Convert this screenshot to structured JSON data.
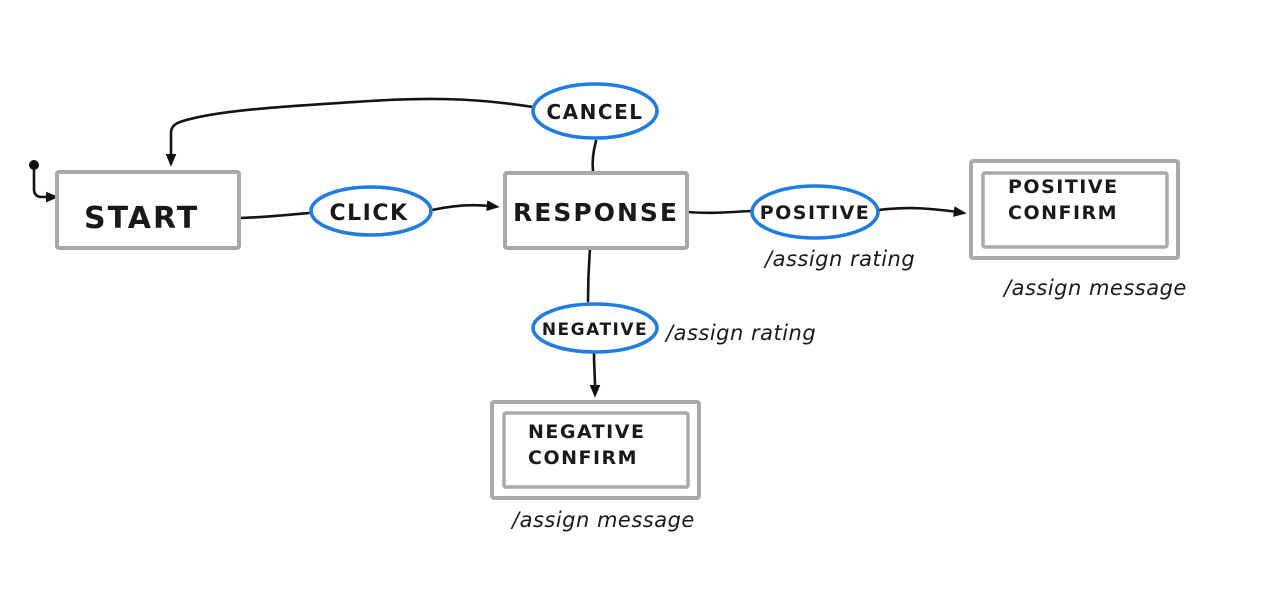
{
  "colors": {
    "event_stroke": "#1f7ce0",
    "state_border": "#a9a9a9",
    "action_text": "#a97c4f",
    "line": "#141414",
    "background": "#ffffff"
  },
  "states": {
    "start": {
      "label": "START"
    },
    "response": {
      "label": "RESPONSE"
    },
    "positive_confirm": {
      "label_line1": "POSITIVE",
      "label_line2": "CONFIRM"
    },
    "negative_confirm": {
      "label_line1": "NEGATIVE",
      "label_line2": "CONFIRM"
    }
  },
  "events": {
    "click": {
      "label": "CLICK"
    },
    "cancel": {
      "label": "CANCEL"
    },
    "positive": {
      "label": "POSITIVE"
    },
    "negative": {
      "label": "NEGATIVE"
    }
  },
  "actions": {
    "positive_rating": {
      "label": "/assign rating"
    },
    "positive_message": {
      "label": "/assign message"
    },
    "negative_rating": {
      "label": "/assign rating"
    },
    "negative_message": {
      "label": "/assign message"
    }
  }
}
